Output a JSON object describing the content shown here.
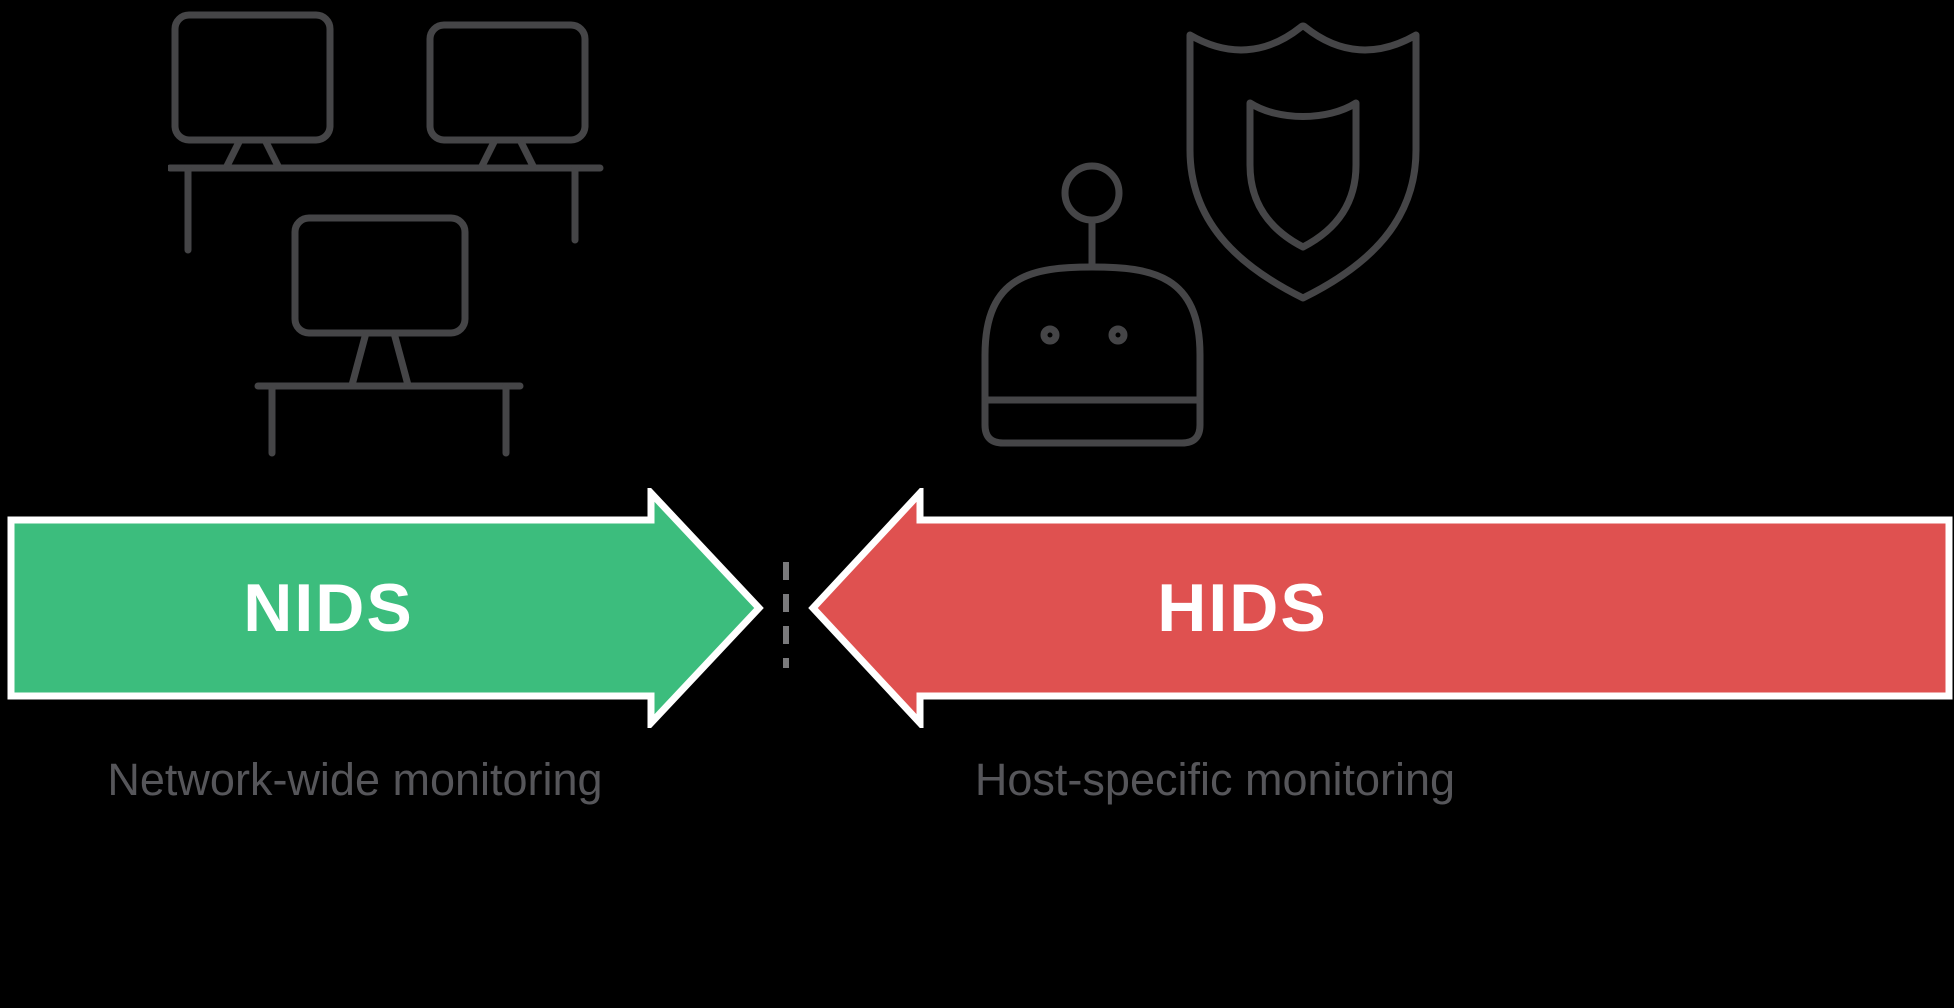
{
  "diagram": {
    "left": {
      "label": "NIDS",
      "caption": "Network-wide monitoring",
      "arrow_color": "#3CBD7D",
      "icon": "network-monitors-icon"
    },
    "right": {
      "label": "HIDS",
      "caption": "Host-specific monitoring",
      "arrow_color": "#DF5150",
      "icons": [
        "robot-icon",
        "shield-icon"
      ]
    },
    "divider": {
      "style": "dashed",
      "color": "#7A7A7C"
    },
    "colors": {
      "background": "#000000",
      "icon_stroke": "#454547",
      "caption_text": "#56565A",
      "label_text": "#FFFFFF",
      "arrow_outline": "#FFFFFF"
    }
  }
}
